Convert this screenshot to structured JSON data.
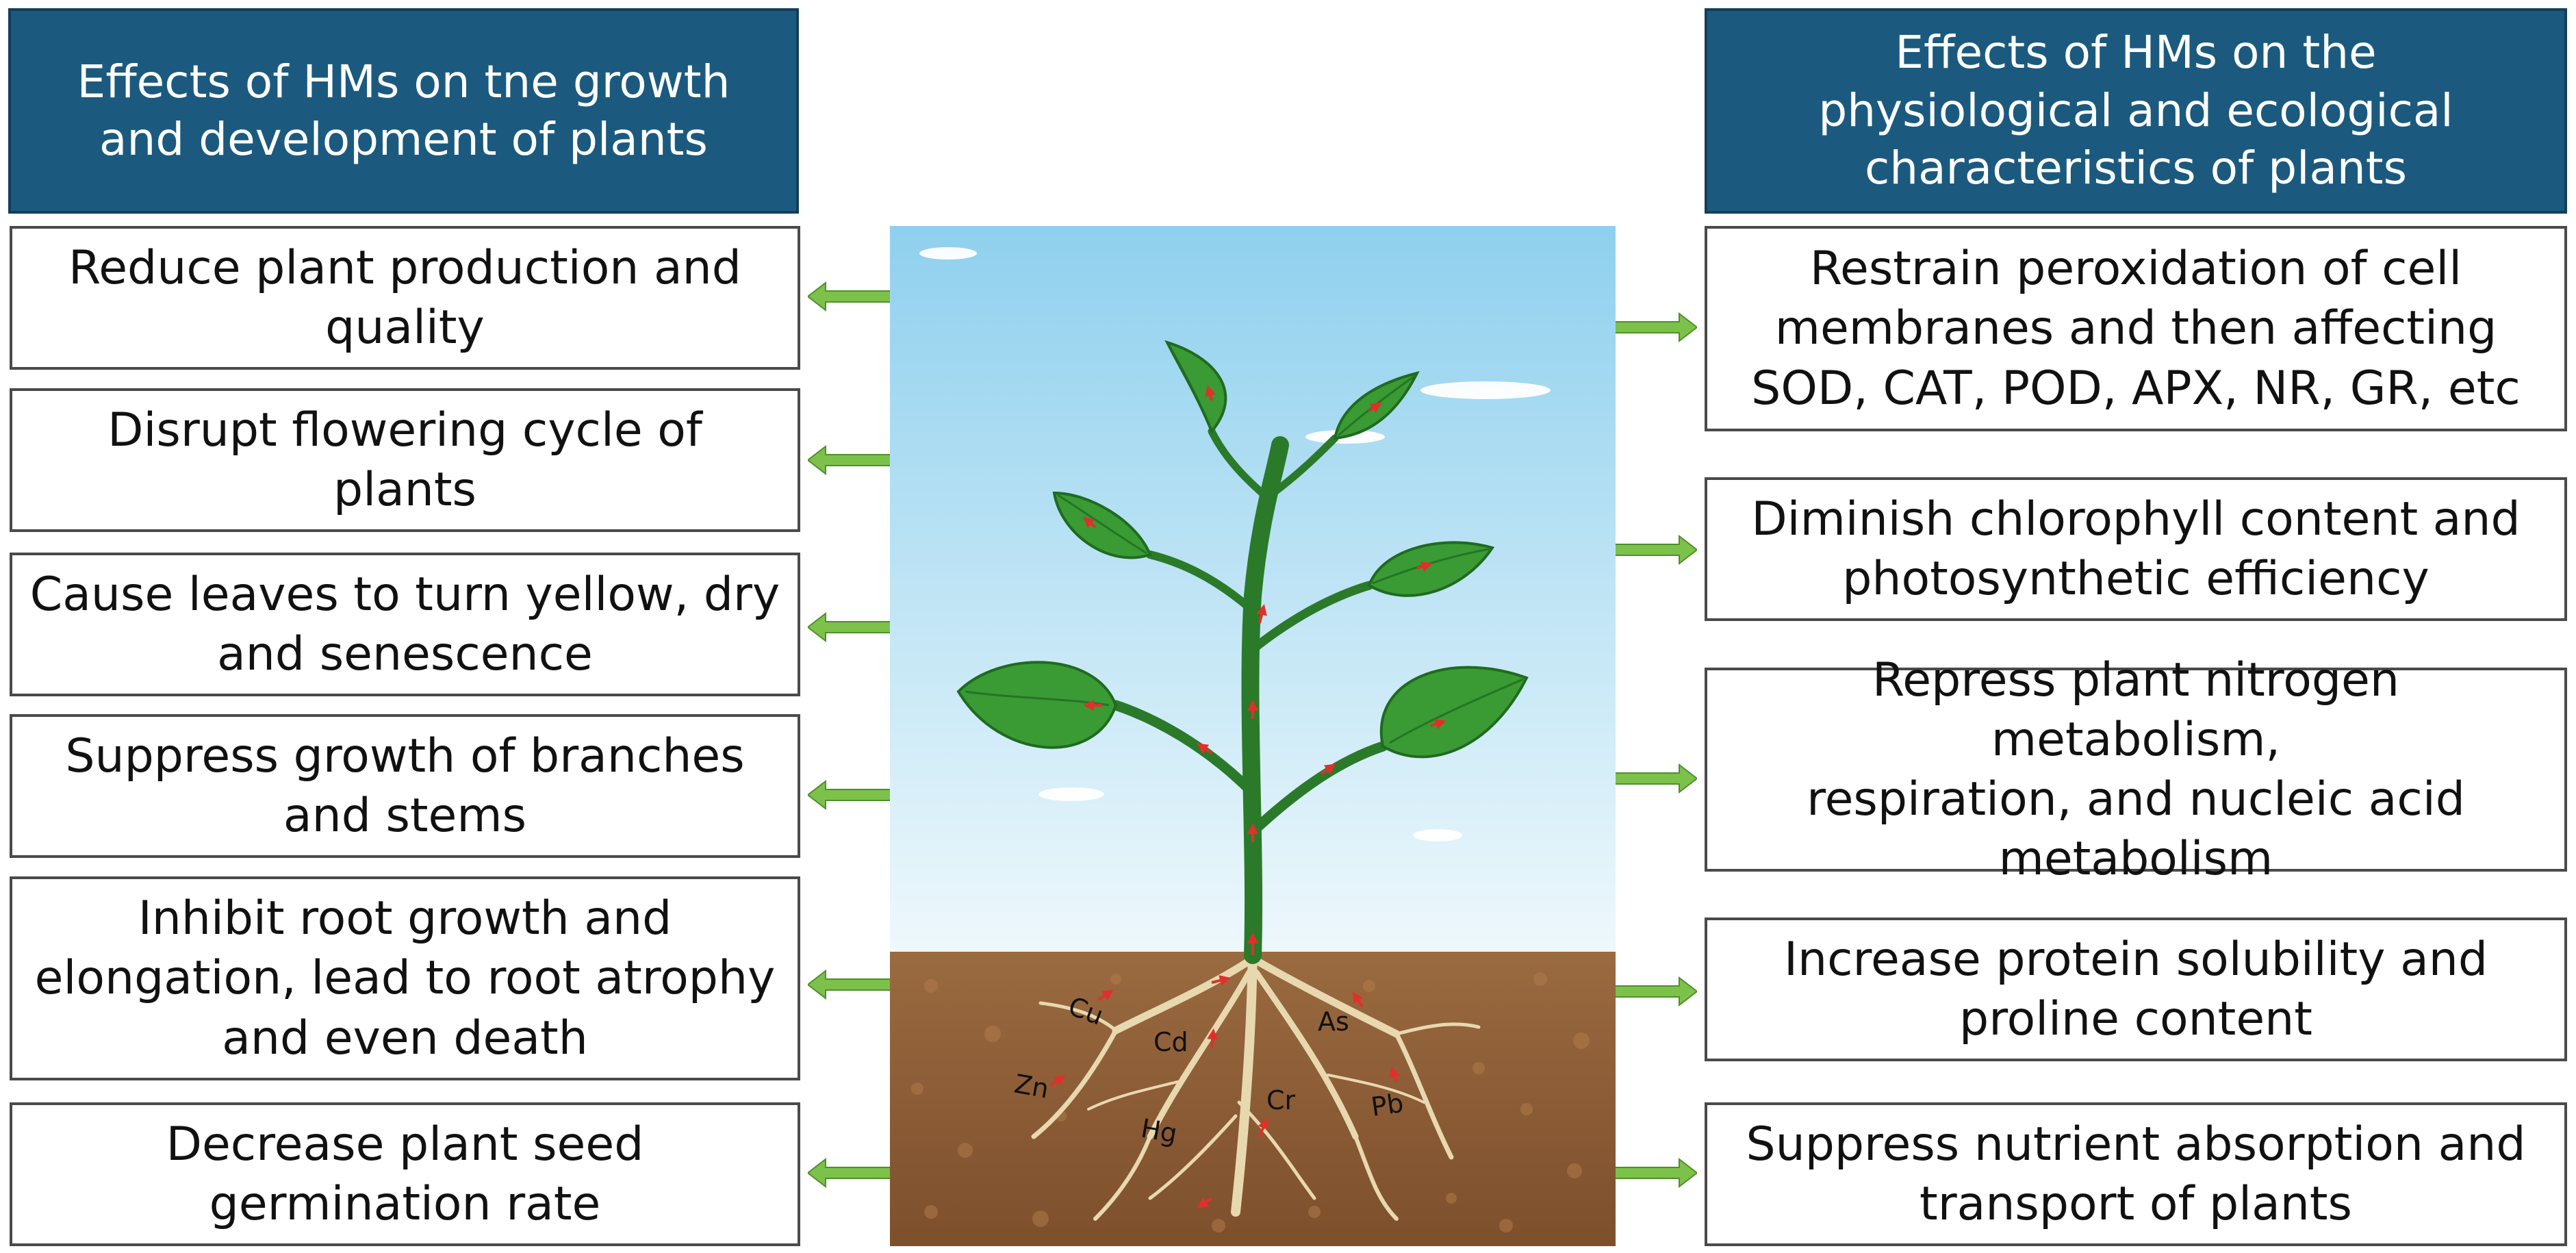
{
  "left_header": "Effects of HMs on tne growth\nand development of plants",
  "right_header": "Effects of HMs on the\nphysiological and ecological\ncharacteristics of plants",
  "left_items": [
    "Reduce plant production and\nquality",
    "Disrupt flowering cycle of\nplants",
    "Cause leaves to turn yellow, dry\nand senescence",
    "Suppress growth of branches\nand stems",
    "Inhibit root growth and\nelongation, lead to root atrophy\nand even death",
    "Decrease plant seed\ngermination rate"
  ],
  "right_items": [
    "Restrain peroxidation of cell\nmembranes and then affecting\nSOD, CAT, POD, APX, NR, GR, etc",
    "Diminish chlorophyll content and\nphotosynthetic efficiency",
    "Repress plant nitrogen metabolism,\nrespiration, and nucleic acid\nmetabolism",
    "Increase protein solubility and\nproline content",
    "Suppress  nutrient absorption and\ntransport of plants"
  ],
  "metals": [
    "Cu",
    "Zn",
    "Cd",
    "Hg",
    "Cr",
    "As",
    "Pb"
  ],
  "colors": {
    "header_bg": "#1b5a7e",
    "arrow_green": "#7cc24a",
    "sky_top": "#8fd0ee",
    "soil": "#8b5a34",
    "leaf": "#2e8b2e",
    "root": "#e8d8b0",
    "uptake_arrow": "#e0302a"
  }
}
